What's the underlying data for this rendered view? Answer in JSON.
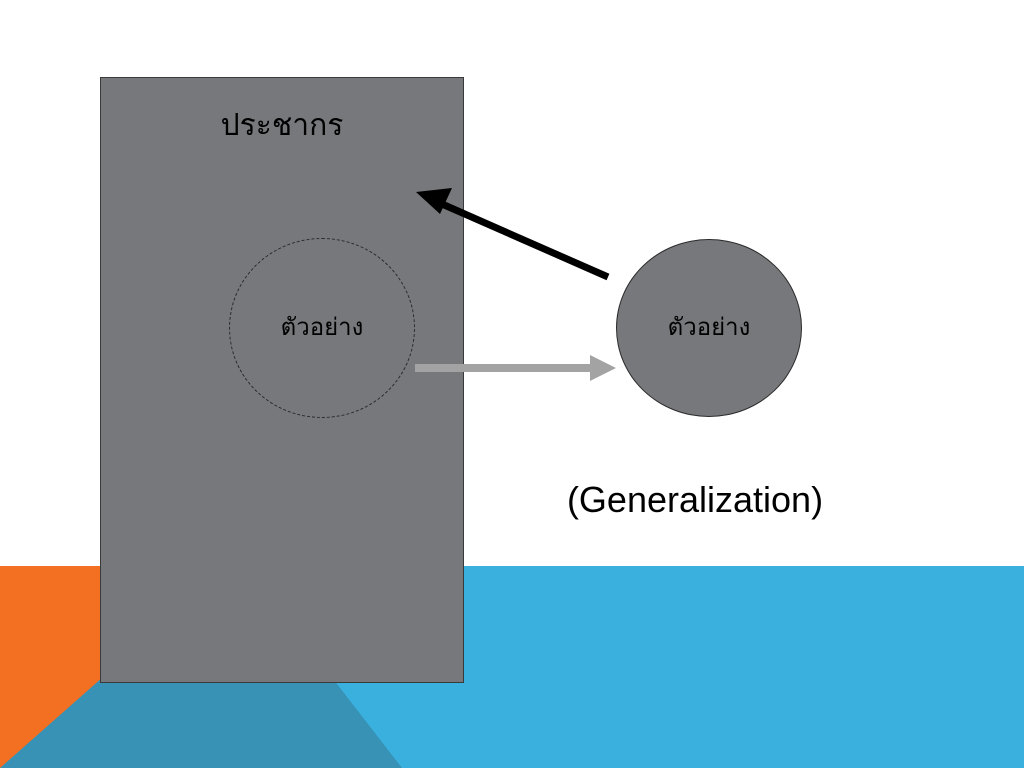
{
  "colors": {
    "orange": "#f36f21",
    "blue": "#3ab0de",
    "dark_blue": "#3792b6",
    "gray_fill": "#77787b",
    "black_arrow": "#000000",
    "gray_arrow": "#a3a3a3"
  },
  "population": {
    "label": "ประชากร"
  },
  "sample_inner": {
    "label": "ตัวอย่าง"
  },
  "sample_outer": {
    "label": "ตัวอย่าง"
  },
  "caption": "(Generalization)"
}
